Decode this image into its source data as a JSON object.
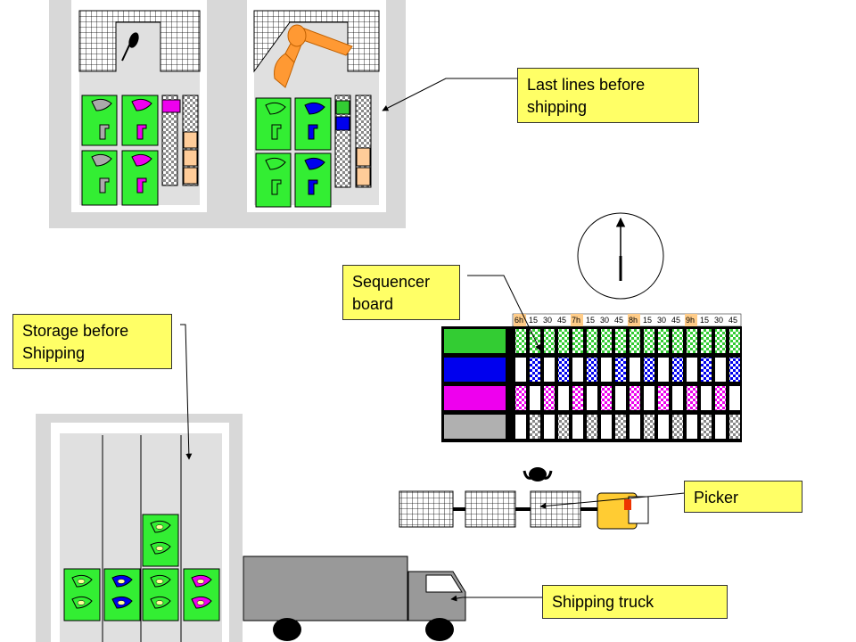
{
  "callouts": {
    "last_lines": "Last lines before\nshipping",
    "sequencer": "Sequencer\nboard",
    "storage": "Storage before\nShipping",
    "picker": "Picker",
    "truck": "Shipping truck"
  },
  "board": {
    "time_labels": [
      "6h",
      "15",
      "30",
      "45",
      "7h",
      "15",
      "30",
      "45",
      "8h",
      "15",
      "30",
      "45",
      "9h",
      "15",
      "30",
      "45"
    ],
    "hour_color": "#ffcc88",
    "rows": [
      {
        "color": "#33cc33",
        "pattern": "#33cc33",
        "every": 1
      },
      {
        "color": "#0000ee",
        "pattern": "#0000ee",
        "every": 2
      },
      {
        "color": "#ee00ee",
        "pattern": "#ee00ee",
        "every": 2
      },
      {
        "color": "#b0b0b0",
        "pattern": "#888888",
        "every": 2
      }
    ]
  },
  "colors": {
    "panel": "#d8d8d8",
    "station_green": "#33ee33",
    "callout": "#ffff66",
    "robot": "#ff9933",
    "truck": "#999999",
    "cart": "#ffcc33"
  }
}
